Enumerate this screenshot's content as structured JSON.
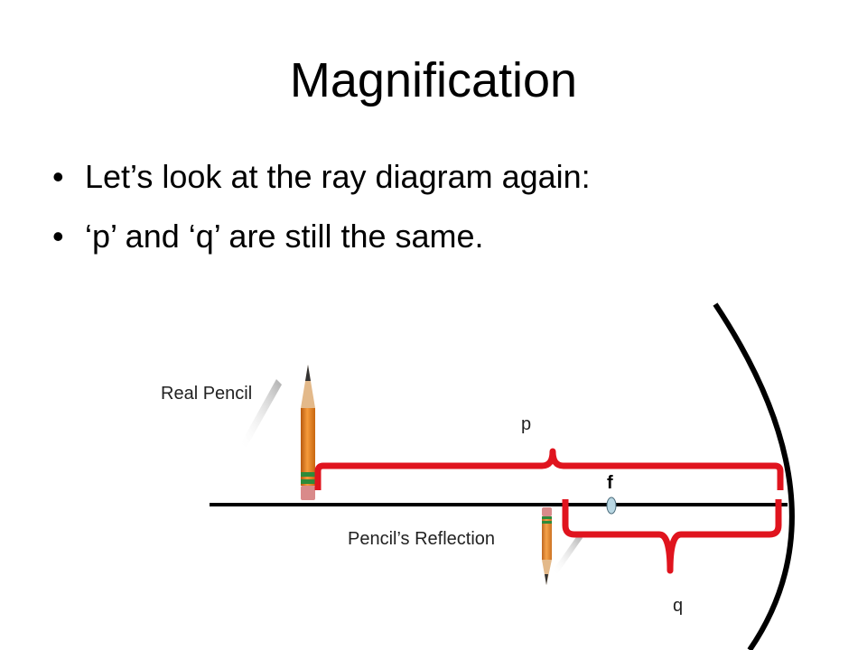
{
  "slide": {
    "title": "Magnification",
    "bullets": [
      "Let’s look at the ray diagram again:",
      "‘p’ and ‘q’ are still the same."
    ],
    "bullet_glyph": "•"
  },
  "diagram": {
    "labels": {
      "real_pencil": "Real Pencil",
      "reflection": "Pencil’s Reflection",
      "p": "p",
      "q": "q",
      "f": "f"
    },
    "colors": {
      "bracket": "#e0141e",
      "mirror": "#000000",
      "axis": "#000000",
      "pencil_body": "#e8821f",
      "pencil_band": "#2e8b3a",
      "focal_point": "#b9d7e3"
    }
  }
}
